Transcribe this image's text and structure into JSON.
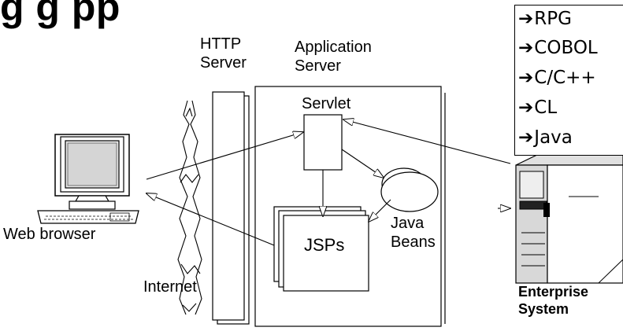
{
  "title_fragment": "g   g   pp",
  "labels": {
    "http_server": [
      "HTTP",
      "Server"
    ],
    "app_server": [
      "Application",
      "Server"
    ],
    "servlet": "Servlet",
    "jsps": "JSPs",
    "java_beans": [
      "Java",
      "Beans"
    ],
    "web_browser": "Web browser",
    "internet": "Internet",
    "enterprise_system": [
      "Enterprise",
      "System"
    ]
  },
  "languages": {
    "arrow_glyph": "➔",
    "items": [
      "RPG",
      "COBOL",
      "C/C++",
      "CL",
      "Java"
    ]
  }
}
